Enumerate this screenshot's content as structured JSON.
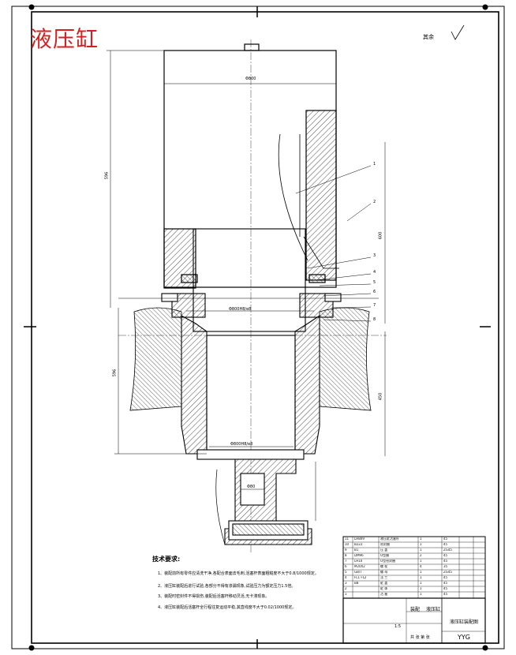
{
  "drawing": {
    "title": "液压缸",
    "roughness_label": "其余",
    "dimensions": {
      "bore": "Φ800",
      "height_total": "596",
      "height_lower": "596",
      "right_upper": "600",
      "right_lower": "450",
      "plunger_top": "Φ800H8/e8",
      "plunger_mid": "Φ800H8/e8",
      "base": "Φ80"
    },
    "balloons": [
      "1",
      "2",
      "3",
      "4",
      "5",
      "6",
      "7",
      "8"
    ]
  },
  "technical_requirements": {
    "heading": "技术要求:",
    "items": [
      "1、装配前所有零件应清洗干净,各配合表面去毛刺,活塞杆表面粗糙度不大于0.8/1000规定。",
      "2、液压缸装配后进行试验,各部分不得有渗漏现象,试验压力为额定压力1.5倍。",
      "3、装配时密封件不得损伤,装配后活塞杆移动灵活,无卡滞现象。",
      "4、液压缸装配后活塞杆全行程往复运动平稳,其直线度不大于0.02/1000规定。"
    ]
  },
  "bill_of_materials": {
    "rows": [
      [
        "11",
        "LH809",
        "液压缸活塞杆",
        "1",
        "45",
        ""
      ],
      [
        "10",
        "B222",
        "密封圈",
        "1",
        "45",
        ""
      ],
      [
        "9",
        "B1",
        "压 盖",
        "1",
        "ZG45",
        ""
      ],
      [
        "8",
        "DM96",
        "O型圈",
        "2",
        "45",
        ""
      ],
      [
        "7",
        "LH10",
        "O型密封圈",
        "1",
        "45",
        ""
      ],
      [
        "6",
        "M20X2",
        "螺 栓",
        "4",
        "35",
        ""
      ],
      [
        "5",
        "GB/T",
        "螺 母",
        "1",
        "ZG45",
        ""
      ],
      [
        "4",
        "FL1 FL2",
        "法 兰",
        "1",
        "45",
        ""
      ],
      [
        "3",
        "B8",
        "缸 盖",
        "1",
        "45",
        ""
      ],
      [
        "2",
        "",
        "缸 体",
        "1",
        "45",
        ""
      ],
      [
        "1",
        "",
        "活 塞",
        "1",
        "45",
        ""
      ]
    ]
  },
  "title_block": {
    "assembly_label": "装配",
    "part_name": "液压缸",
    "scale": "1:5",
    "drawing_name": "液压缸装配图",
    "sheet_label": "共 张 第 张",
    "designer": "YYG"
  }
}
